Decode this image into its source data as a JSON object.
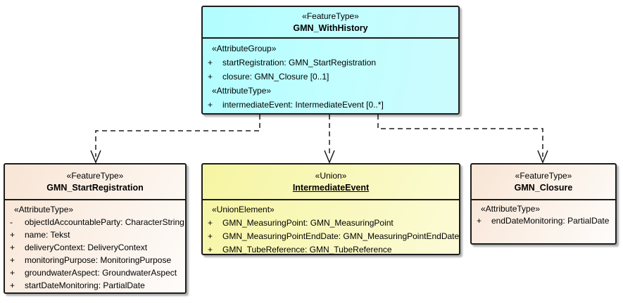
{
  "diagram": {
    "kind": "UML class diagram",
    "background": "#FFFFFF",
    "colors": {
      "border": "#1C1C1C",
      "withHistory_fill": "#B9FEFF",
      "startRegistration_fill": "#F8E8D8",
      "intermediateEvent_fill": "#F7F6AB",
      "closure_fill": "#F8E8D8",
      "connector": "#1C1C1C"
    },
    "boxes": {
      "withHistory": {
        "stereotype": "«FeatureType»",
        "name": "GMN_WithHistory",
        "rows": [
          {
            "text": "«AttributeGroup»"
          },
          {
            "vis": "+",
            "text": "startRegistration: GMN_StartRegistration"
          },
          {
            "vis": "+",
            "text": "closure: GMN_Closure [0..1]"
          },
          {
            "text": "«AttributeType»"
          },
          {
            "vis": "+",
            "text": "intermediateEvent: IntermediateEvent [0..*]"
          }
        ]
      },
      "startRegistration": {
        "stereotype": "«FeatureType»",
        "name": "GMN_StartRegistration",
        "rows": [
          {
            "text": "«AttributeType»"
          },
          {
            "vis": "-",
            "text": "objectIdAccountableParty: CharacterString"
          },
          {
            "vis": "+",
            "text": "name: Tekst"
          },
          {
            "vis": "+",
            "text": "deliveryContext: DeliveryContext"
          },
          {
            "vis": "+",
            "text": "monitoringPurpose: MonitoringPurpose"
          },
          {
            "vis": "+",
            "text": "groundwaterAspect: GroundwaterAspect"
          },
          {
            "vis": "+",
            "text": "startDateMonitoring: PartialDate"
          }
        ]
      },
      "intermediateEvent": {
        "stereotype": "«Union»",
        "name": "IntermediateEvent",
        "rows": [
          {
            "text": "«UnionElement»"
          },
          {
            "vis": "+",
            "text": "GMN_MeasuringPoint: GMN_MeasuringPoint"
          },
          {
            "vis": "+",
            "text": "GMN_MeasuringPointEndDate: GMN_MeasuringPointEndDate"
          },
          {
            "vis": "+",
            "text": "GMN_TubeReference: GMN_TubeReference"
          }
        ]
      },
      "closure": {
        "stereotype": "«FeatureType»",
        "name": "GMN_Closure",
        "rows": [
          {
            "text": "«AttributeType»"
          },
          {
            "vis": "+",
            "text": "endDateMonitoring: PartialDate"
          }
        ]
      }
    },
    "connectors": [
      {
        "type": "dependency",
        "style": "dashed-open-arrow",
        "from": "GMN_WithHistory",
        "to": "GMN_StartRegistration"
      },
      {
        "type": "dependency",
        "style": "dashed-open-arrow",
        "from": "GMN_WithHistory",
        "to": "IntermediateEvent"
      },
      {
        "type": "dependency",
        "style": "dashed-open-arrow",
        "from": "GMN_WithHistory",
        "to": "GMN_Closure"
      }
    ]
  }
}
